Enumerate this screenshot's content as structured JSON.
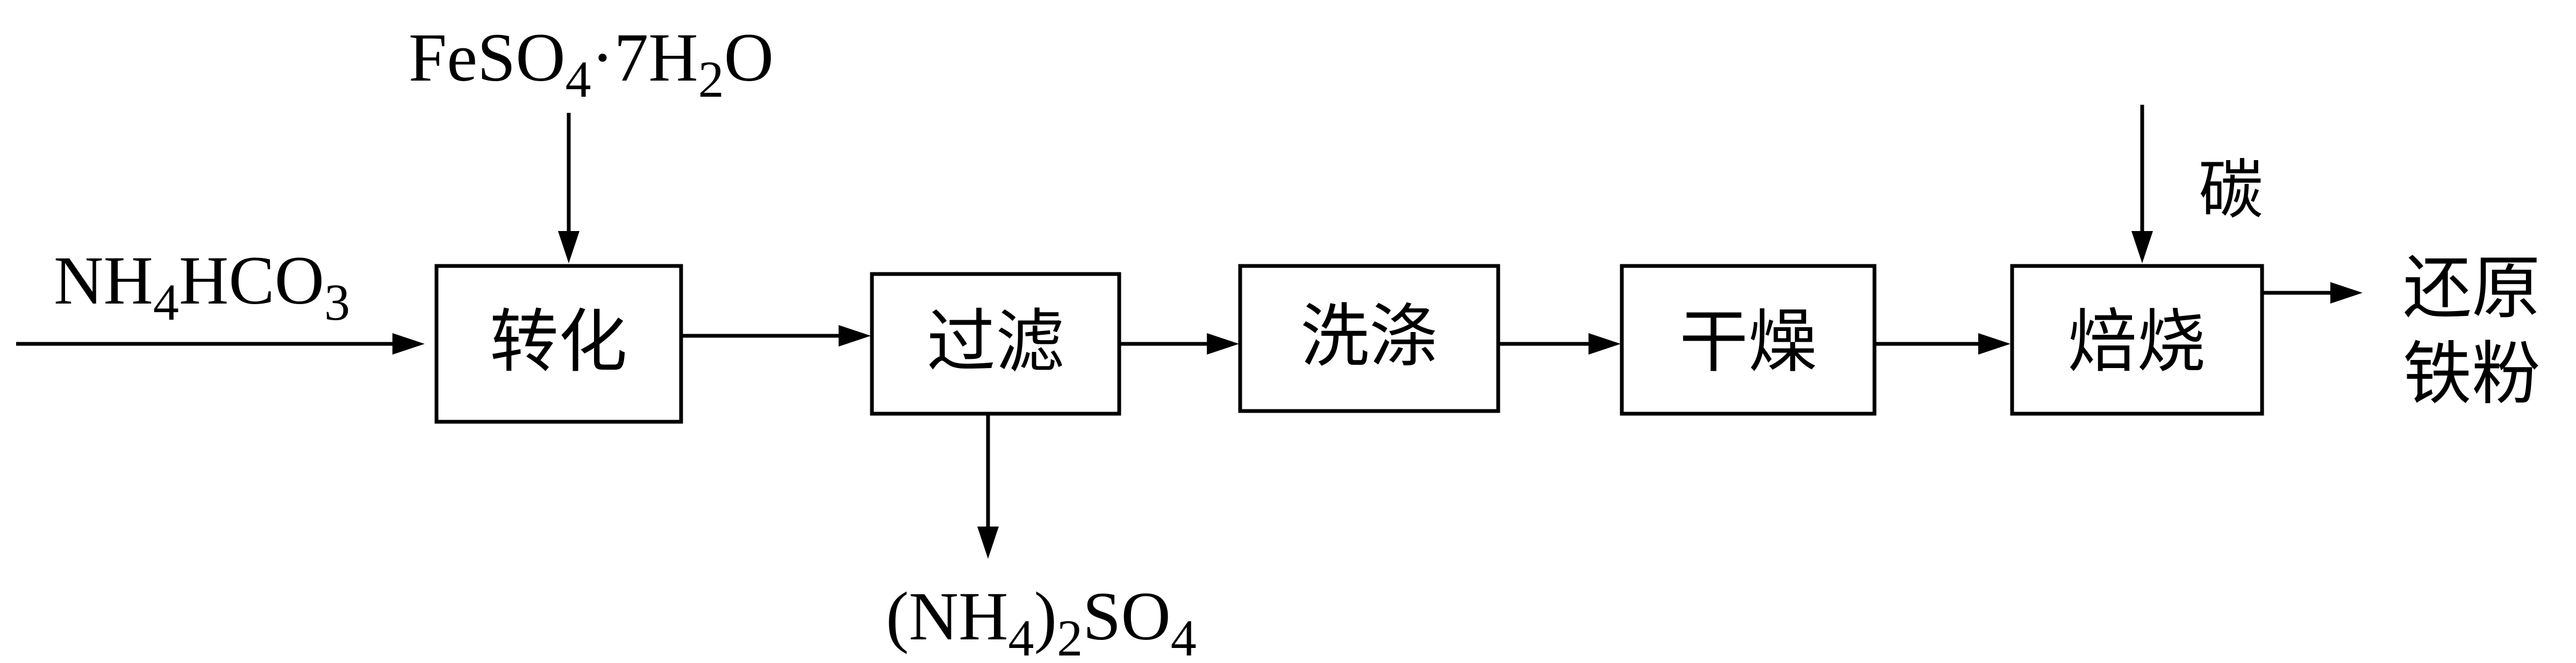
{
  "inputs": {
    "reagent_left": {
      "main1": "NH",
      "sub1": "4",
      "main2": "HCO",
      "sub2": "3"
    },
    "reagent_top": {
      "main1": "FeSO",
      "sub1": "4",
      "main2": "·7H",
      "sub2": "2",
      "main3": "O"
    },
    "carbon": "碳"
  },
  "steps": [
    {
      "label": "转化"
    },
    {
      "label": "过滤"
    },
    {
      "label": "洗涤"
    },
    {
      "label": "干燥"
    },
    {
      "label": "焙烧"
    }
  ],
  "outputs": {
    "byproduct": {
      "main0": "(NH",
      "sub1": "4",
      "main1": ")",
      "sub2": "2",
      "main2": "SO",
      "sub3": "4"
    },
    "product_line1": "还原",
    "product_line2": "铁粉"
  }
}
